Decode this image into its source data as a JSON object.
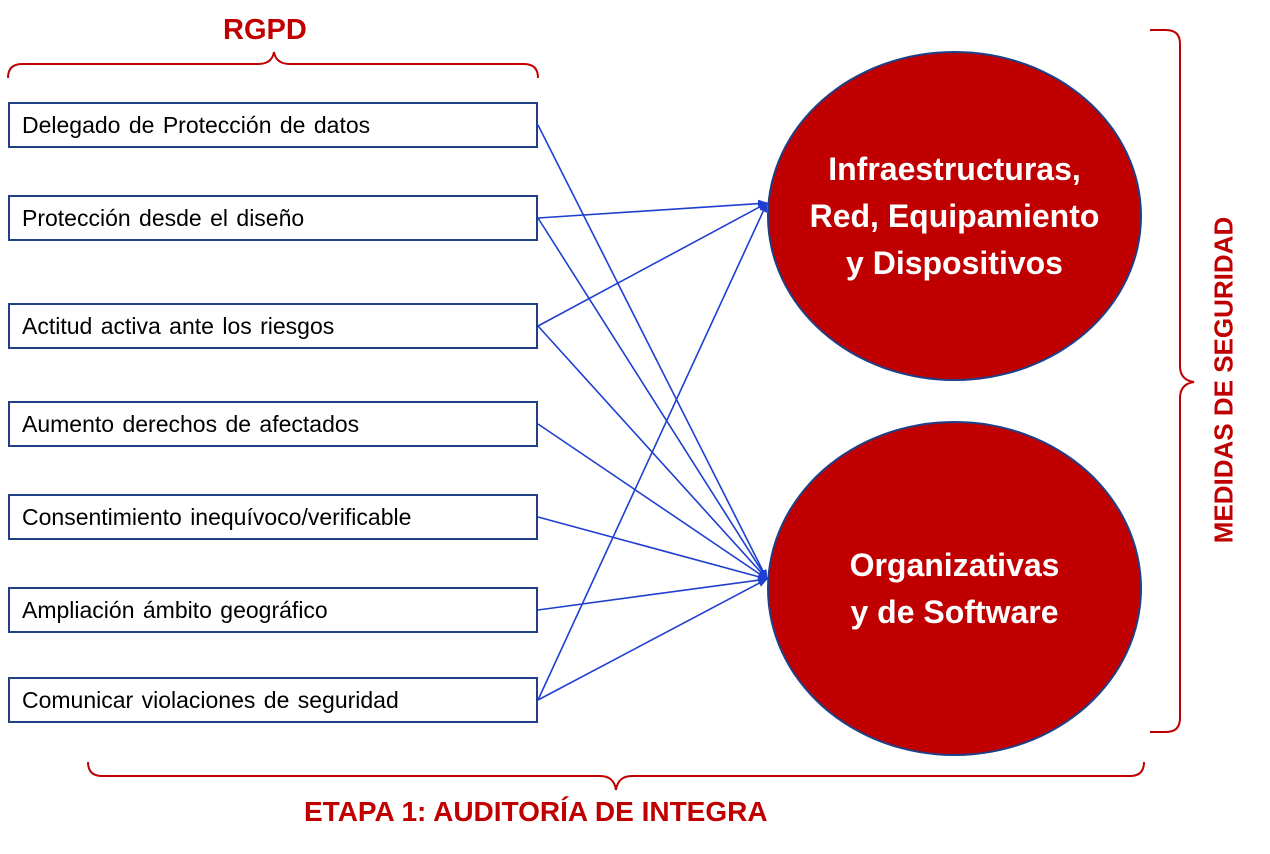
{
  "diagram": {
    "top_label": "RGPD",
    "bottom_label": "ETAPA 1: AUDITORÍA DE INTEGRA",
    "right_label": "MEDIDAS DE SEGURIDAD",
    "requirements": [
      "Delegado de Protección de datos",
      "Protección desde el diseño",
      "Actitud activa ante los riesgos",
      "Aumento derechos de afectados",
      "Consentimiento inequívoco/verificable",
      "Ampliación ámbito geográfico",
      "Comunicar violaciones de seguridad"
    ],
    "measures": [
      "Infraestructuras,\nRed, Equipamiento\ny Dispositivos",
      "Organizativas\ny de Software"
    ],
    "links": [
      [
        0,
        1
      ],
      [
        1,
        0
      ],
      [
        1,
        1
      ],
      [
        2,
        0
      ],
      [
        2,
        1
      ],
      [
        3,
        1
      ],
      [
        4,
        1
      ],
      [
        5,
        1
      ],
      [
        6,
        0
      ],
      [
        6,
        1
      ]
    ],
    "colors": {
      "accent": "#c00000",
      "connector": "#1f3fd0",
      "box_border": "#1f3f86"
    }
  }
}
